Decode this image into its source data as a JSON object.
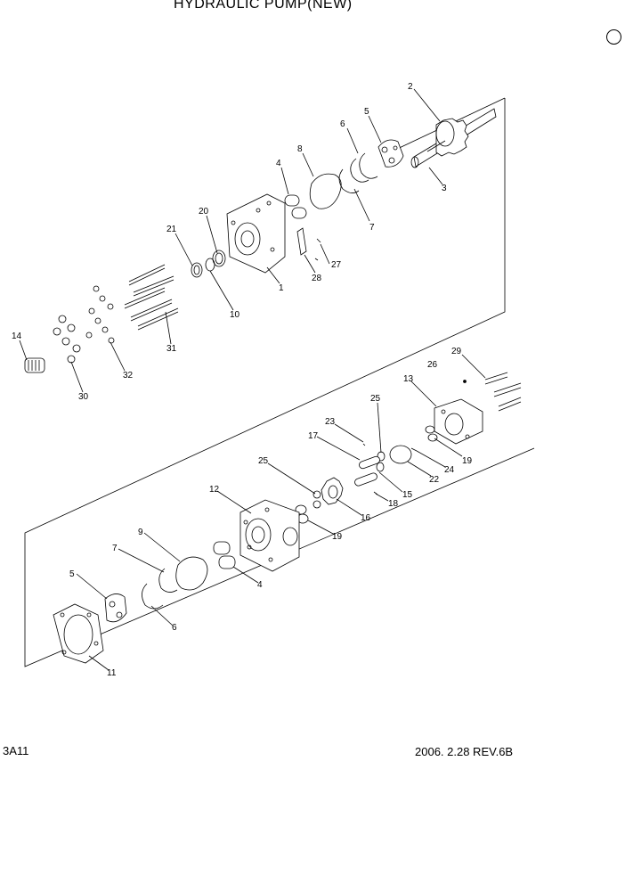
{
  "header": {
    "title": "HYDRAULIC PUMP(NEW)"
  },
  "footer": {
    "page_code": "3A11",
    "revision": "2006. 2.28 REV.6B"
  },
  "callouts": {
    "upper": [
      "2",
      "3",
      "5",
      "6",
      "4",
      "8",
      "7",
      "20",
      "21",
      "1",
      "27",
      "28",
      "10",
      "31",
      "14",
      "32",
      "30"
    ],
    "lower": [
      "29",
      "26",
      "13",
      "25",
      "23",
      "17",
      "19",
      "24",
      "22",
      "15",
      "18",
      "25",
      "12",
      "16",
      "19",
      "9",
      "7",
      "4",
      "5",
      "6",
      "11"
    ]
  }
}
